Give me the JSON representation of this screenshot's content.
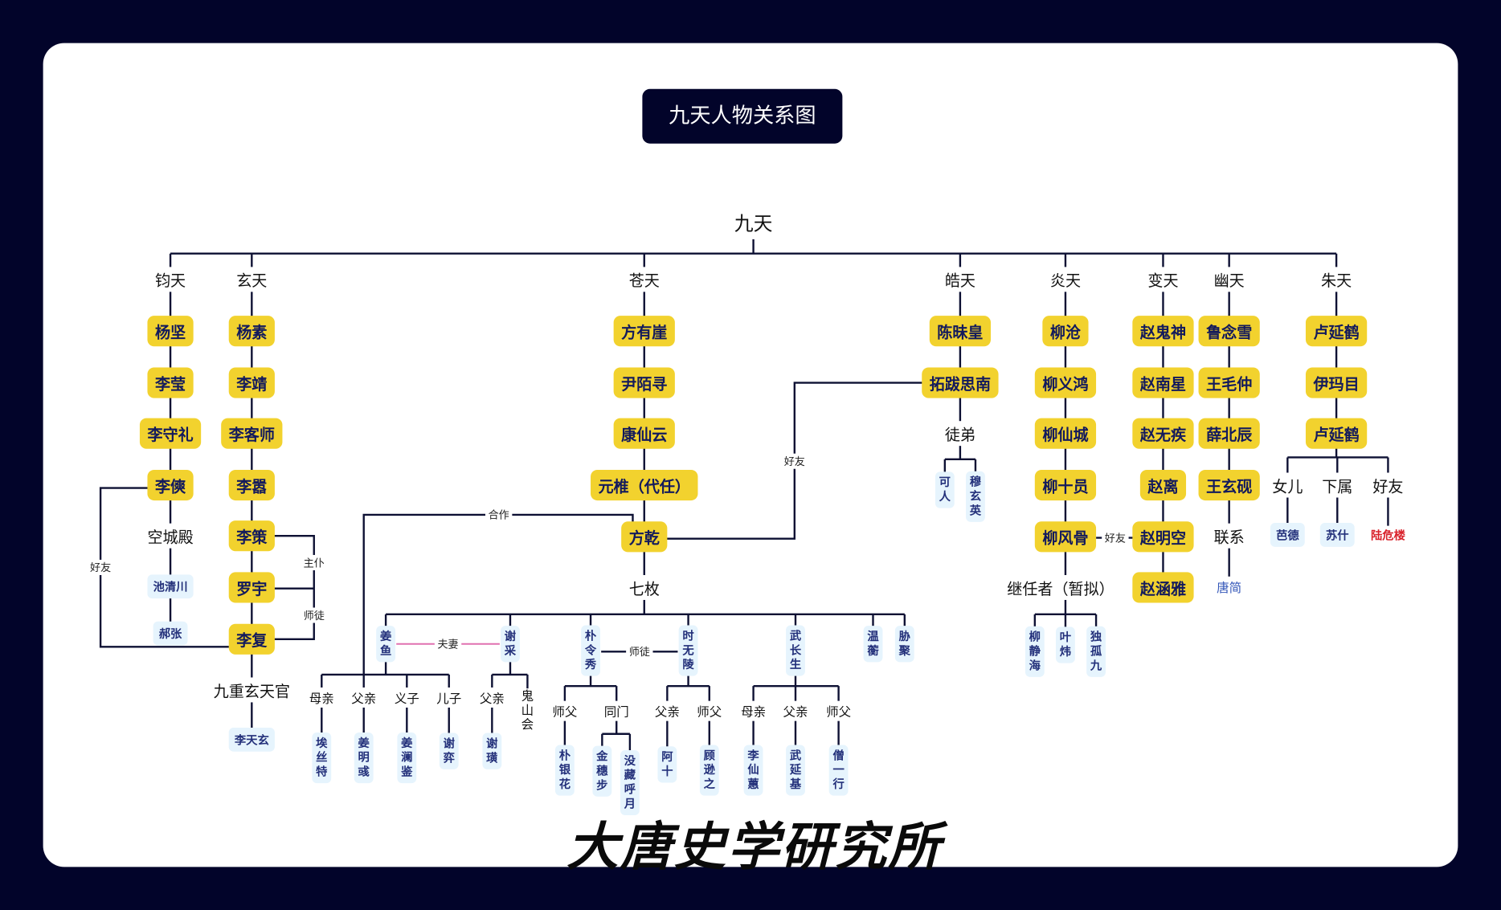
{
  "title": "九天人物关系图",
  "watermark": "大唐史学研究所",
  "root": "九天",
  "nodes": {
    "jun_tian": "钧天",
    "xuan_tian": "玄天",
    "cang_tian": "苍天",
    "hao_tian": "皓天",
    "yan_tian": "炎天",
    "bian_tian": "变天",
    "you_tian": "幽天",
    "zhu_tian": "朱天",
    "yang_jian": "杨坚",
    "li_ying": "李莹",
    "li_shouli": "李守礼",
    "li_tan": "李傸",
    "kongcheng_dian": "空城殿",
    "chi_qingchuan": "池清川",
    "hao_zhang": "郝张",
    "yang_su": "杨素",
    "li_jing": "李靖",
    "li_keshi": "李客师",
    "li_qi": "李嚣",
    "li_ce": "李策",
    "luo_yu": "罗宇",
    "li_fu": "李复",
    "jiuchong": "九重玄天官",
    "li_tianxuan": "李天玄",
    "fang_youya": "方有崖",
    "yin_mouxun": "尹陌寻",
    "kang_xianyun": "康仙云",
    "yuan_zhui": "元椎（代任）",
    "fang_qian": "方乾",
    "qi_mei": "七枚",
    "chen_weihuang": "陈昧皇",
    "tuoba_sinan": "拓跋思南",
    "tudi": "徒弟",
    "ke_ren": "可人",
    "mu_xuanying": "穆玄英",
    "liu_cang": "柳沧",
    "liu_yihong": "柳义鸿",
    "liu_xiancheng": "柳仙城",
    "liu_shiyuan": "柳十员",
    "liu_fenggu": "柳风骨",
    "successor": "继任者（暂拟）",
    "liu_jinghai": "柳静海",
    "ye_wei": "叶炜",
    "dugu_jiu": "独孤九",
    "zhao_guishen": "赵鬼神",
    "zhao_nanxing": "赵南星",
    "zhao_wuji": "赵无疾",
    "zhao_li": "赵离",
    "zhao_mingkong": "赵明空",
    "zhao_hanya": "赵涵雅",
    "lu_nianxue": "鲁念雪",
    "wang_maozhong": "王毛仲",
    "xue_beichen": "薛北辰",
    "wang_xuanyan": "王玄砚",
    "lianxi": "联系",
    "tang_jian": "唐简",
    "lu_yanhe": "卢延鹤",
    "yi_mamu": "伊玛目",
    "lu_yanhe2": "卢延鹤",
    "nv_er": "女儿",
    "xia_shu": "下属",
    "hao_you": "好友",
    "ba_de": "芭德",
    "su_shi": "苏什",
    "lu_weilou": "陆危楼",
    "jiang_yu": "姜鱼",
    "xie_cai": "谢采",
    "piao_lingxiu": "朴令秀",
    "shi_wuling": "时无陵",
    "wu_changsheng": "武长生",
    "wen_heng": "温蘅",
    "xie_ju": "胁聚",
    "mu_qin": "母亲",
    "fu_qin": "父亲",
    "yi_zi": "义子",
    "er_zi": "儿子",
    "ai_site": "埃丝特",
    "jiang_mingyu": "姜明彧",
    "jiang_lanjian": "姜澜鉴",
    "xie_yi": "谢弈",
    "xie_fu": "父亲",
    "guishan_hui": "鬼山会",
    "xie_huang": "谢璜",
    "piao_shifu": "师父",
    "tong_men": "同门",
    "piao_yinhua": "朴银花",
    "jin_suibu": "金穗步",
    "moze_huyue": "没藏呼月",
    "shi_fu": "父亲",
    "shi_shifu": "师父",
    "a_shi": "阿十",
    "gu_xunzhi": "顾逊之",
    "wu_mu": "母亲",
    "wu_fu": "父亲",
    "wu_shifu": "师父",
    "li_xianhui": "李仙蕙",
    "wu_yanji": "武延基",
    "seng_yixing": "僧一行"
  },
  "relations": {
    "friend1": "好友",
    "master_servant": "主仆",
    "master_disciple1": "师徒",
    "cooperation": "合作",
    "friend2": "好友",
    "friend3": "好友",
    "spouses": "夫妻",
    "master_disciple2": "师徒"
  }
}
